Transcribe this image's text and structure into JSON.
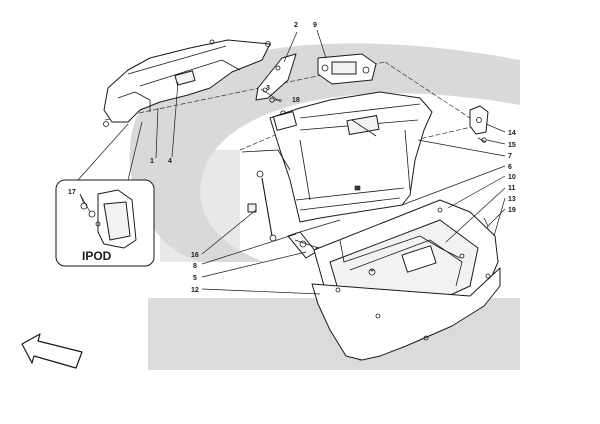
{
  "callouts": {
    "c1": "1",
    "c2": "2",
    "c3": "3",
    "c4": "4",
    "c5": "5",
    "c6": "6",
    "c7": "7",
    "c8": "8",
    "c9": "9",
    "c10": "10",
    "c11": "11",
    "c12": "12",
    "c13": "13",
    "c14": "14",
    "c15": "15",
    "c16": "16",
    "c17": "17",
    "c18": "18",
    "c19": "19"
  },
  "inset": {
    "title": "IPOD"
  },
  "colors": {
    "watermark": "#d9d9d9",
    "line": "#1a1a1a",
    "background": "#ffffff"
  },
  "icons": {
    "orientation_arrow": "arrow-icon"
  }
}
